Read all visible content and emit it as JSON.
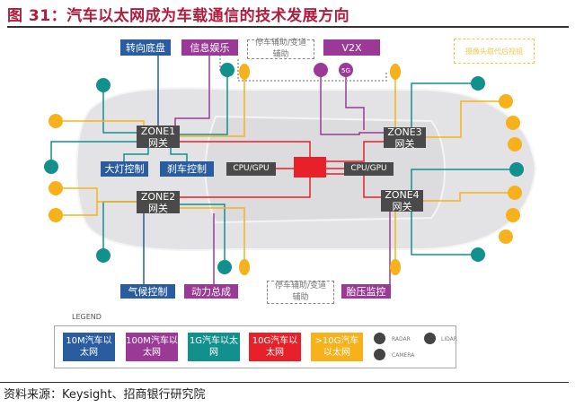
{
  "title": "图 31：汽车以太网成为车载通信的技术发展方向",
  "source": "资料来源：Keysight、招商银行研究院",
  "top_labels": {
    "steering": "转向底盘",
    "infotainment": "信息娱乐",
    "parking": "停车辅助/变道辅助",
    "v2x": "V2X",
    "mirror": "摄像头取代后视镜"
  },
  "bottom_labels": {
    "climate": "气候控制",
    "powertrain": "动力总成",
    "parking": "停车辅助/变道辅助",
    "tire": "胎压监控"
  },
  "zones": {
    "z1": "ZONE1",
    "z2": "ZONE2",
    "z3": "ZONE3",
    "z4": "ZONE4",
    "gw": "网关"
  },
  "mid_labels": {
    "headlight": "大灯控制",
    "brake": "刹车控制",
    "cpu_left": "CPU/GPU",
    "cpu_right": "CPU/GPU"
  },
  "legend": {
    "label": "LEGEND",
    "items": [
      "10M汽车以太网",
      "100M汽车以太网",
      "1G汽车以太网",
      "10G汽车以太网",
      ">10G汽车以太网"
    ],
    "radar": "RADAR",
    "lidar": "LIDAR",
    "camera": "CAMERA",
    "fiveg": "5G"
  },
  "colors": {
    "10M": "#2a5d9f",
    "100M": "#9b3a96",
    "1G": "#12908e",
    "10G": "#e8202a",
    ">10G": "#f7b21b"
  }
}
